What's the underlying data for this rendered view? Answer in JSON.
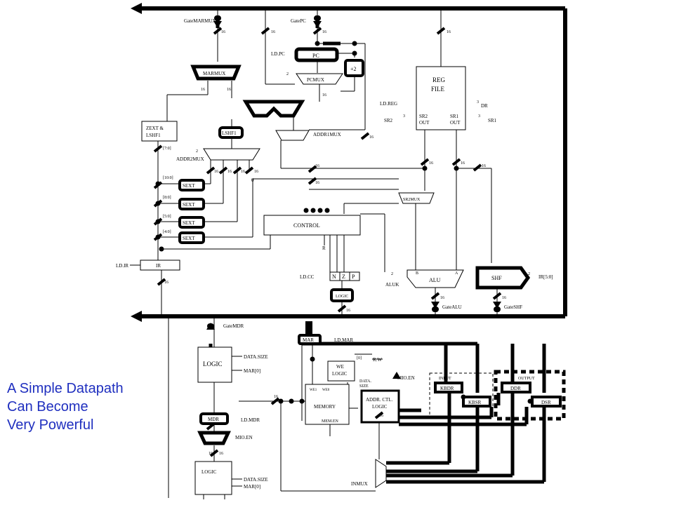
{
  "caption": {
    "line1": "A Simple Datapath",
    "line2": "Can Become",
    "line3": "Very Powerful"
  },
  "labels": {
    "gate_marmux": "GateMARMUX",
    "gate_pc": "GatePC",
    "ld_pc": "LD.PC",
    "pc": "PC",
    "plus2": "+2",
    "pcmux": "PCMUX",
    "marmux": "MARMUX",
    "reg_file_1": "REG",
    "reg_file_2": "FILE",
    "ld_reg": "LD.REG",
    "dr": "DR",
    "sr2": "SR2",
    "sr1": "SR1",
    "sr2_out_1": "SR2",
    "sr2_out_2": "OUT",
    "sr1_out_1": "SR1",
    "sr1_out_2": "OUT",
    "zext_1": "ZEXT &",
    "zext_2": "LSHF1",
    "lshf1": "LSHF1",
    "addr1mux": "ADDR1MUX",
    "addr2mux": "ADDR2MUX",
    "bits_7_0": "[7:0]",
    "bits_10_0": "[10:0]",
    "bits_8_0": "[8:0]",
    "bits_5_0": "[5:0]",
    "bits_4_0": "[4:0]",
    "sext": "SEXT",
    "zero": "0",
    "control": "CONTROL",
    "sr2mux": "SR2MUX",
    "r": "R",
    "ld_ir": "LD.IR",
    "ir": "IR",
    "ld_cc": "LD.CC",
    "n": "N",
    "z": "Z",
    "p": "P",
    "logic_small": "LOGIC",
    "aluk": "ALUK",
    "alu": "ALU",
    "alu_b": "B",
    "alu_a": "A",
    "shf": "SHF",
    "ir_5_0": "IR[5:0]",
    "gate_alu": "GateALU",
    "gate_shf": "GateSHF",
    "gate_mdr": "GateMDR",
    "mar": "MAR",
    "ld_mar": "LD.MAR",
    "logic": "LOGIC",
    "data_size": "DATA.SIZE",
    "mar0": "MAR[0]",
    "r_w": "R.W",
    "we_logic_1": "WE",
    "we_logic_2": "LOGIC",
    "bit0": "[0]",
    "data_size_2a": "DATA.",
    "data_size_2b": "SIZE",
    "we1": "WE1",
    "we0": "WE0",
    "memory": "MEMORY",
    "mem_en": "MEM.EN",
    "mio_en": "MIO.EN",
    "addr_ctl_1": "ADDR. CTL.",
    "addr_ctl_2": "LOGIC",
    "input": "INPUT",
    "output": "OUTPUT",
    "kbdr": "KBDR",
    "kbsr": "KBSR",
    "ddr": "DDR",
    "dsr": "DSR",
    "mdr": "MDR",
    "ld_mdr": "LD.MDR",
    "mio_en_2": "MIO.EN",
    "logic_bottom": "LOGIC",
    "data_size_3": "DATA.SIZE",
    "mar0_2": "MAR[0]",
    "inmux": "INMUX",
    "w16": "16",
    "w2": "2",
    "w3": "3"
  }
}
